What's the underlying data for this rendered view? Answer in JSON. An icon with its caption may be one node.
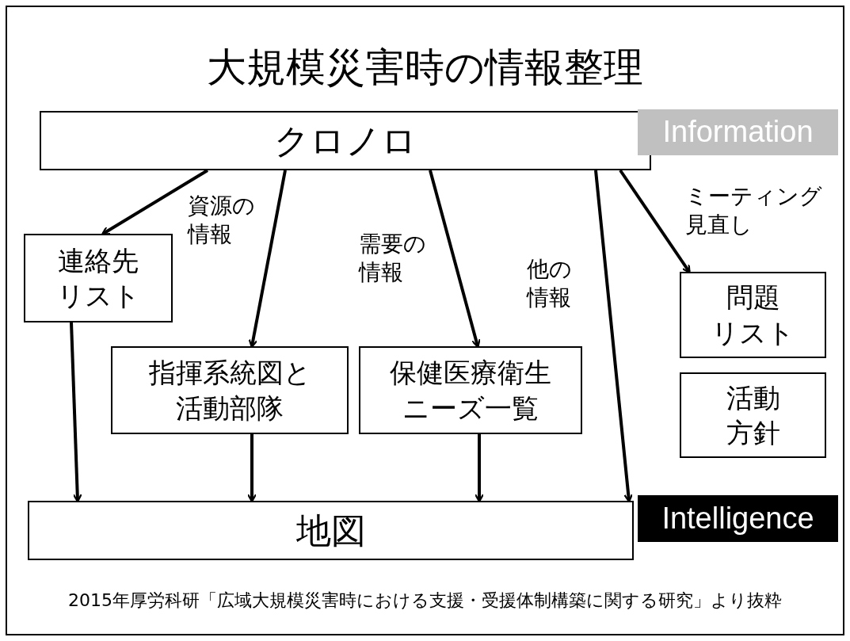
{
  "diagram": {
    "title": "大規模災害時の情報整理",
    "caption": "2015年厚労科研「広域大規模災害時における支援・受援体制構築に関する研究」より抜粋",
    "nodes": [
      {
        "text": [
          "クロノロ"
        ]
      },
      {
        "text": [
          "Information"
        ]
      },
      {
        "text": [
          "連絡先リスト"
        ]
      },
      {
        "text": [
          "指揮系統図と活動部隊"
        ]
      },
      {
        "text": [
          "保健医療衛生ニーズ一覧"
        ]
      },
      {
        "text": [
          "問題リスト"
        ]
      },
      {
        "text": [
          "活動方針"
        ]
      },
      {
        "text": [
          "地図"
        ]
      },
      {
        "text": [
          "Intelligence"
        ]
      }
    ],
    "edges": [
      {
        "from": 0,
        "to": 2,
        "arrow": "to"
      },
      {
        "from": 0,
        "to": 3,
        "arrow": "to",
        "label": "資源の情報"
      },
      {
        "from": 0,
        "to": 4,
        "arrow": "to",
        "label": "需要の情報"
      },
      {
        "from": 0,
        "to": 7,
        "arrow": "to",
        "label": "他の情報"
      },
      {
        "from": 0,
        "to": 5,
        "arrow": "to",
        "label": "ミーティング見直し"
      },
      {
        "from": 2,
        "to": 7,
        "arrow": "to"
      },
      {
        "from": 3,
        "to": 7,
        "arrow": "to"
      },
      {
        "from": 4,
        "to": 7,
        "arrow": "to"
      }
    ]
  }
}
